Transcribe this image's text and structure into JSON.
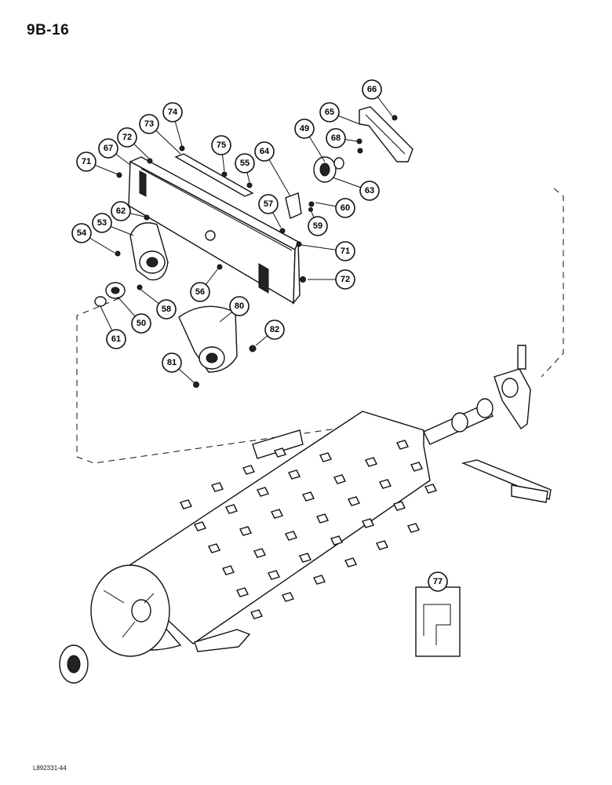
{
  "page_label": "9B-16",
  "figure_code": "L892331-44",
  "callouts": [
    {
      "id": "c66",
      "label": "66"
    },
    {
      "id": "c65",
      "label": "65"
    },
    {
      "id": "c74",
      "label": "74"
    },
    {
      "id": "c73",
      "label": "73"
    },
    {
      "id": "c49",
      "label": "49"
    },
    {
      "id": "c68",
      "label": "68"
    },
    {
      "id": "c72a",
      "label": "72"
    },
    {
      "id": "c67",
      "label": "67"
    },
    {
      "id": "c75",
      "label": "75"
    },
    {
      "id": "c64",
      "label": "64"
    },
    {
      "id": "c71a",
      "label": "71"
    },
    {
      "id": "c55",
      "label": "55"
    },
    {
      "id": "c63",
      "label": "63"
    },
    {
      "id": "c57",
      "label": "57"
    },
    {
      "id": "c60",
      "label": "60"
    },
    {
      "id": "c62",
      "label": "62"
    },
    {
      "id": "c53",
      "label": "53"
    },
    {
      "id": "c59",
      "label": "59"
    },
    {
      "id": "c54",
      "label": "54"
    },
    {
      "id": "c71b",
      "label": "71"
    },
    {
      "id": "c72b",
      "label": "72"
    },
    {
      "id": "c56",
      "label": "56"
    },
    {
      "id": "c80",
      "label": "80"
    },
    {
      "id": "c58",
      "label": "58"
    },
    {
      "id": "c50",
      "label": "50"
    },
    {
      "id": "c61",
      "label": "61"
    },
    {
      "id": "c82",
      "label": "82"
    },
    {
      "id": "c81",
      "label": "81"
    },
    {
      "id": "c77",
      "label": "77"
    }
  ]
}
